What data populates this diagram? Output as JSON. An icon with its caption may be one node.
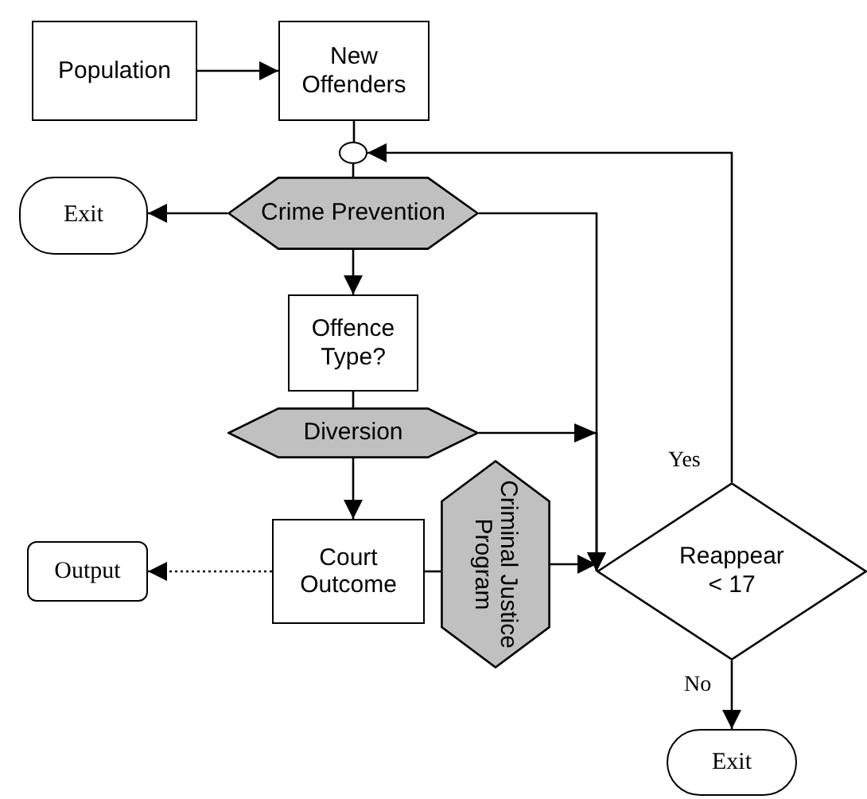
{
  "diagram": {
    "nodes": [
      {
        "text": [
          "Population"
        ]
      },
      {
        "text": [
          "New Offenders"
        ]
      },
      {
        "text": [],
        "shape": "circle"
      },
      {
        "text": [
          "Exit"
        ]
      },
      {
        "text": [
          "Crime Prevention"
        ]
      },
      {
        "text": [
          "Offence Type?"
        ]
      },
      {
        "text": [
          "Diversion"
        ]
      },
      {
        "text": [
          "Output"
        ]
      },
      {
        "text": [
          "Court Outcome"
        ]
      },
      {
        "text": [
          "Criminal Justice Program"
        ]
      },
      {
        "text": [
          "Reappear < 17"
        ]
      },
      {
        "text": [
          "Exit"
        ]
      }
    ],
    "edges": [
      {
        "from": 0,
        "to": 1,
        "arrow": "to"
      },
      {
        "from": 1,
        "to": 2,
        "arrow": "none"
      },
      {
        "from": 2,
        "to": 4,
        "arrow": "none"
      },
      {
        "from": 4,
        "to": 3,
        "arrow": "to"
      },
      {
        "from": 4,
        "to": 5,
        "arrow": "to"
      },
      {
        "from": 5,
        "to": 6,
        "arrow": "none"
      },
      {
        "from": 6,
        "to": 8,
        "arrow": "to"
      },
      {
        "from": 8,
        "to": 7,
        "arrow": "to",
        "style": "dashed"
      },
      {
        "from": 8,
        "to": 9,
        "arrow": "none"
      },
      {
        "from": 9,
        "to": 10,
        "arrow": "to"
      },
      {
        "from": 4,
        "to": 10,
        "arrow": "to"
      },
      {
        "from": 6,
        "to": 10,
        "arrow": "to"
      },
      {
        "from": 10,
        "to": 2,
        "arrow": "to",
        "label": "Yes"
      },
      {
        "from": 10,
        "to": 11,
        "arrow": "to",
        "label": "No"
      }
    ]
  }
}
